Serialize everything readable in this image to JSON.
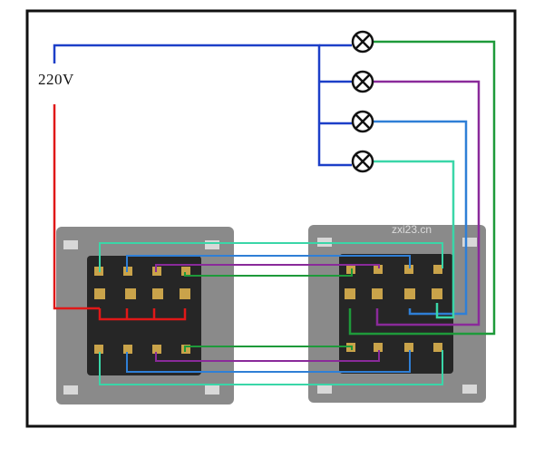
{
  "diagram": {
    "supply_label": "220V",
    "watermark": "zxi23.cn",
    "lamp_count": 4,
    "switch_gangs": 4,
    "colors": {
      "frame": "#111111",
      "phase": "#e01818",
      "neutral": "#1c3fc8",
      "lamp1": "#1e9a3a",
      "lamp2": "#8a2a9a",
      "lamp3": "#2f7fd6",
      "lamp4": "#3ad6a8",
      "switch_plate": "#8c8c8c",
      "switch_body": "#262626",
      "terminal": "#c9a34a"
    }
  }
}
